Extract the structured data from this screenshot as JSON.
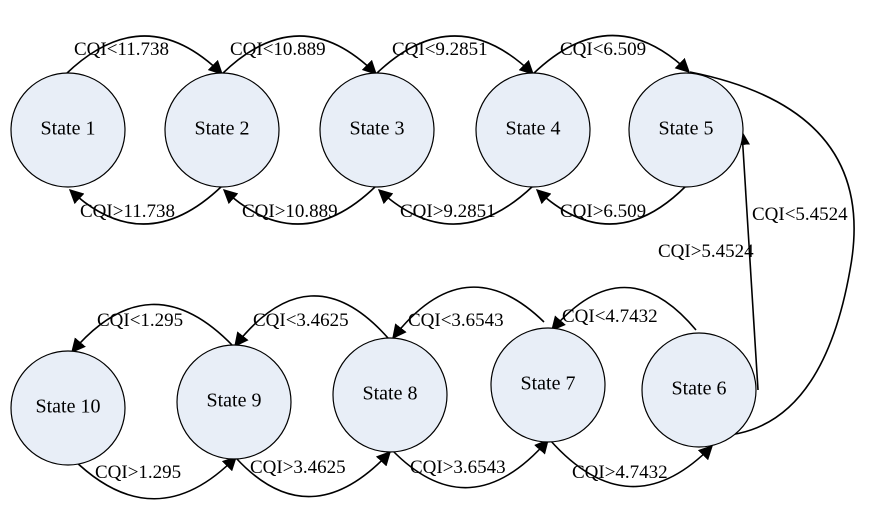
{
  "states": [
    {
      "id": "s1",
      "label": "State 1"
    },
    {
      "id": "s2",
      "label": "State 2"
    },
    {
      "id": "s3",
      "label": "State 3"
    },
    {
      "id": "s4",
      "label": "State 4"
    },
    {
      "id": "s5",
      "label": "State 5"
    },
    {
      "id": "s6",
      "label": "State 6"
    },
    {
      "id": "s7",
      "label": "State 7"
    },
    {
      "id": "s8",
      "label": "State 8"
    },
    {
      "id": "s9",
      "label": "State 9"
    },
    {
      "id": "s10",
      "label": "State 10"
    }
  ],
  "transitions": [
    {
      "from": "State 1",
      "to": "State 2",
      "label": "CQI<11.738"
    },
    {
      "from": "State 2",
      "to": "State 3",
      "label": "CQI<10.889"
    },
    {
      "from": "State 3",
      "to": "State 4",
      "label": "CQI<9.2851"
    },
    {
      "from": "State 4",
      "to": "State 5",
      "label": "CQI<6.509"
    },
    {
      "from": "State 2",
      "to": "State 1",
      "label": "CQI>11.738"
    },
    {
      "from": "State 3",
      "to": "State 2",
      "label": "CQI>10.889"
    },
    {
      "from": "State 4",
      "to": "State 3",
      "label": "CQI>9.2851"
    },
    {
      "from": "State 5",
      "to": "State 4",
      "label": "CQI>6.509"
    },
    {
      "from": "State 5",
      "to": "State 6",
      "label": "CQI<5.4524"
    },
    {
      "from": "State 6",
      "to": "State 5",
      "label": "CQI>5.4524"
    },
    {
      "from": "State 6",
      "to": "State 7",
      "label": "CQI<4.7432"
    },
    {
      "from": "State 7",
      "to": "State 8",
      "label": "CQI<3.6543"
    },
    {
      "from": "State 8",
      "to": "State 9",
      "label": "CQI<3.4625"
    },
    {
      "from": "State 9",
      "to": "State 10",
      "label": "CQI<1.295"
    },
    {
      "from": "State 10",
      "to": "State 9",
      "label": "CQI>1.295"
    },
    {
      "from": "State 9",
      "to": "State 8",
      "label": "CQI>3.4625"
    },
    {
      "from": "State 8",
      "to": "State 7",
      "label": "CQI>3.6543"
    },
    {
      "from": "State 7",
      "to": "State 6",
      "label": "CQI>4.7432"
    }
  ],
  "colors": {
    "node_fill": "#e8eef7",
    "stroke": "#000000"
  }
}
